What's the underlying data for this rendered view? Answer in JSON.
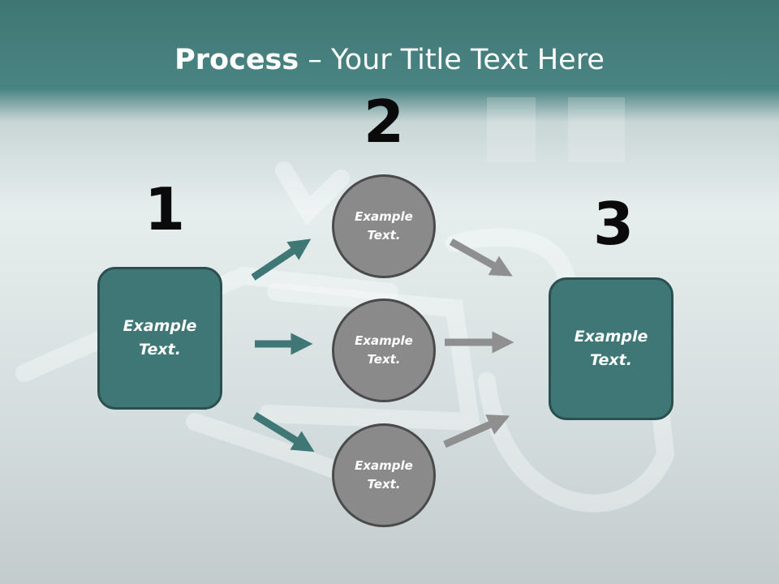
{
  "title": {
    "bold": "Process",
    "rest": " – Your Title Text Here"
  },
  "steps": {
    "one": "1",
    "two": "2",
    "three": "3"
  },
  "left_box": {
    "label": "Example\nText."
  },
  "right_box": {
    "label": "Example\nText."
  },
  "circles": [
    {
      "label": "Example\nText."
    },
    {
      "label": "Example\nText."
    },
    {
      "label": "Example\nText."
    }
  ],
  "colors": {
    "teal": "#3e7775",
    "gray": "#8a8a8a",
    "arrow_teal": "#3e7775",
    "arrow_gray": "#8f8f8f"
  }
}
